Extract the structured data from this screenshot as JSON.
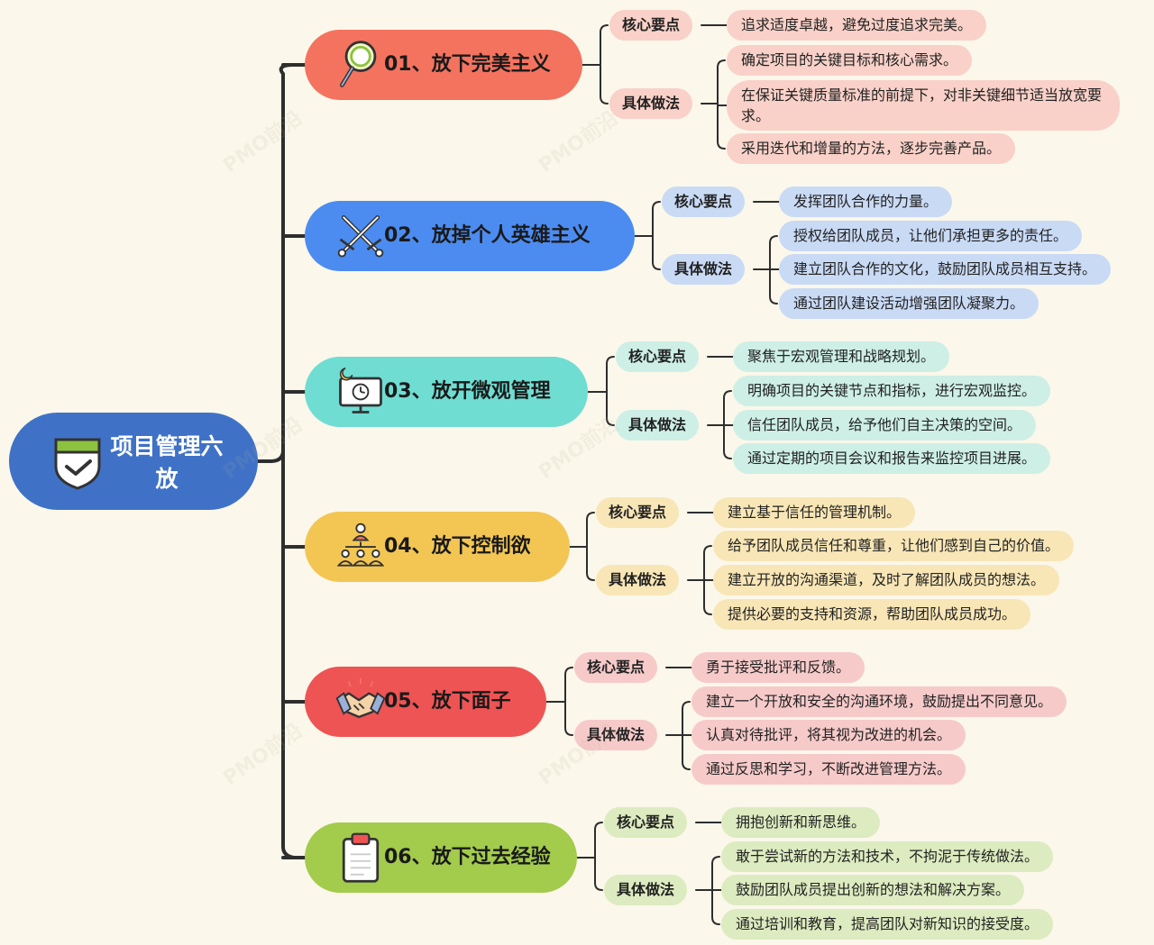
{
  "root": {
    "title": "项目管理六放",
    "icon": "shield-check-icon",
    "color": "#3F72C7"
  },
  "branches": [
    {
      "label": "01、放下完美主义",
      "icon": "magnifier-icon",
      "color": "#F4735F",
      "light": "#F9D1C8",
      "core_label": "核心要点",
      "method_label": "具体做法",
      "core": "追求适度卓越，避免过度追求完美。",
      "methods": [
        "确定项目的关键目标和核心需求。",
        "在保证关键质量标准的前提下，对非关键细节适当放宽要求。",
        "采用迭代和增量的方法，逐步完善产品。"
      ]
    },
    {
      "label": "02、放掉个人英雄主义",
      "icon": "crossed-swords-icon",
      "color": "#4C8CF0",
      "light": "#C9DAF5",
      "core_label": "核心要点",
      "method_label": "具体做法",
      "core": "发挥团队合作的力量。",
      "methods": [
        "授权给团队成员，让他们承担更多的责任。",
        "建立团队合作的文化，鼓励团队成员相互支持。",
        "通过团队建设活动增强团队凝聚力。"
      ]
    },
    {
      "label": "03、放开微观管理",
      "icon": "monitor-clock-icon",
      "color": "#6FDDD2",
      "light": "#CDEFE6",
      "core_label": "核心要点",
      "method_label": "具体做法",
      "core": "聚焦于宏观管理和战略规划。",
      "methods": [
        "明确项目的关键节点和指标，进行宏观监控。",
        "信任团队成员，给予他们自主决策的空间。",
        "通过定期的项目会议和报告来监控项目进展。"
      ]
    },
    {
      "label": "04、放下控制欲",
      "icon": "team-hierarchy-icon",
      "color": "#F3C654",
      "light": "#F8E6B6",
      "core_label": "核心要点",
      "method_label": "具体做法",
      "core": "建立基于信任的管理机制。",
      "methods": [
        "给予团队成员信任和尊重，让他们感到自己的价值。",
        "建立开放的沟通渠道，及时了解团队成员的想法。",
        "提供必要的支持和资源，帮助团队成员成功。"
      ]
    },
    {
      "label": "05、放下面子",
      "icon": "handshake-icon",
      "color": "#EE5454",
      "light": "#F7CACA",
      "core_label": "核心要点",
      "method_label": "具体做法",
      "core": "勇于接受批评和反馈。",
      "methods": [
        "建立一个开放和安全的沟通环境，鼓励提出不同意见。",
        "认真对待批评，将其视为改进的机会。",
        "通过反思和学习，不断改进管理方法。"
      ]
    },
    {
      "label": "06、放下过去经验",
      "icon": "clipboard-icon",
      "color": "#A3CB4C",
      "light": "#DDEBC0",
      "core_label": "核心要点",
      "method_label": "具体做法",
      "core": "拥抱创新和新思维。",
      "methods": [
        "敢于尝试新的方法和技术，不拘泥于传统做法。",
        "鼓励团队成员提出创新的想法和解决方案。",
        "通过培训和教育，提高团队对新知识的接受度。"
      ]
    }
  ],
  "watermark": "PMO前沿"
}
